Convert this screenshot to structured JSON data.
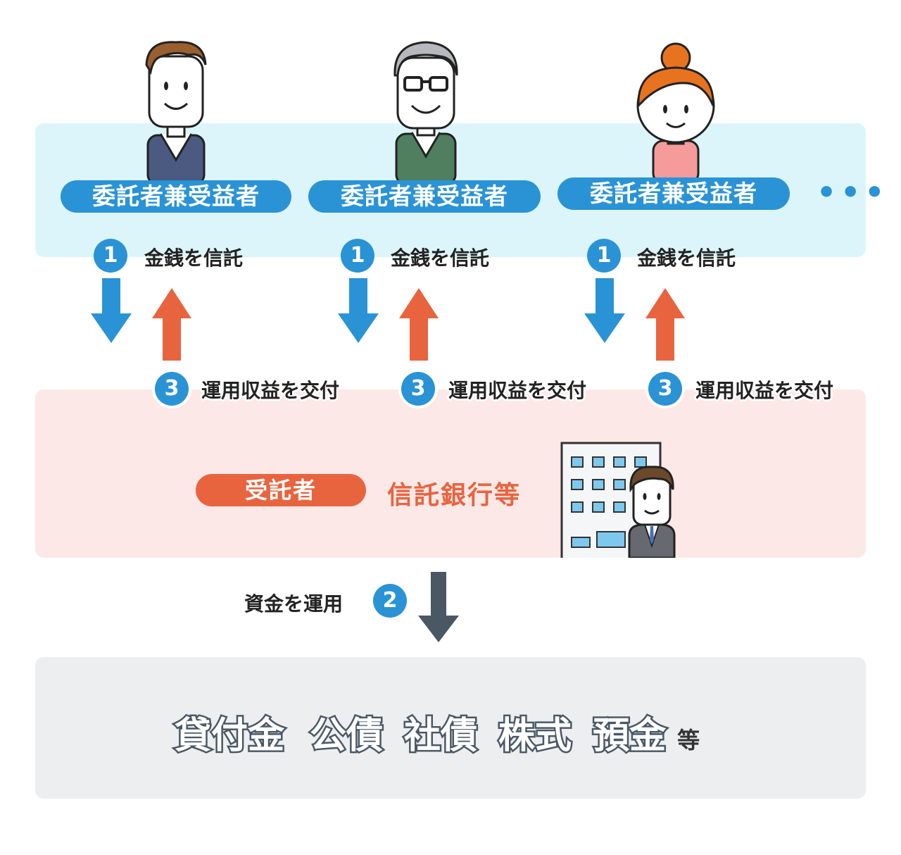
{
  "beneficiaries": [
    {
      "label": "委託者兼受益者",
      "step1_num": "1",
      "step1_text": "金銭を信託",
      "step3_num": "3",
      "step3_text": "運用収益を交付"
    },
    {
      "label": "委託者兼受益者",
      "step1_num": "1",
      "step1_text": "金銭を信託",
      "step3_num": "3",
      "step3_text": "運用収益を交付"
    },
    {
      "label": "委託者兼受益者",
      "step1_num": "1",
      "step1_text": "金銭を信託",
      "step3_num": "3",
      "step3_text": "運用収益を交付"
    }
  ],
  "more_indicator": "•••",
  "trustee": {
    "label": "受託者",
    "name": "信託銀行等"
  },
  "step2": {
    "num": "2",
    "text": "資金を運用"
  },
  "assets": {
    "items": [
      "貸付金",
      "公債",
      "社債",
      "株式",
      "預金"
    ],
    "suffix": "等"
  },
  "colors": {
    "blue": "#2a93d5",
    "orange": "#e8643f",
    "dark": "#4a5866"
  }
}
